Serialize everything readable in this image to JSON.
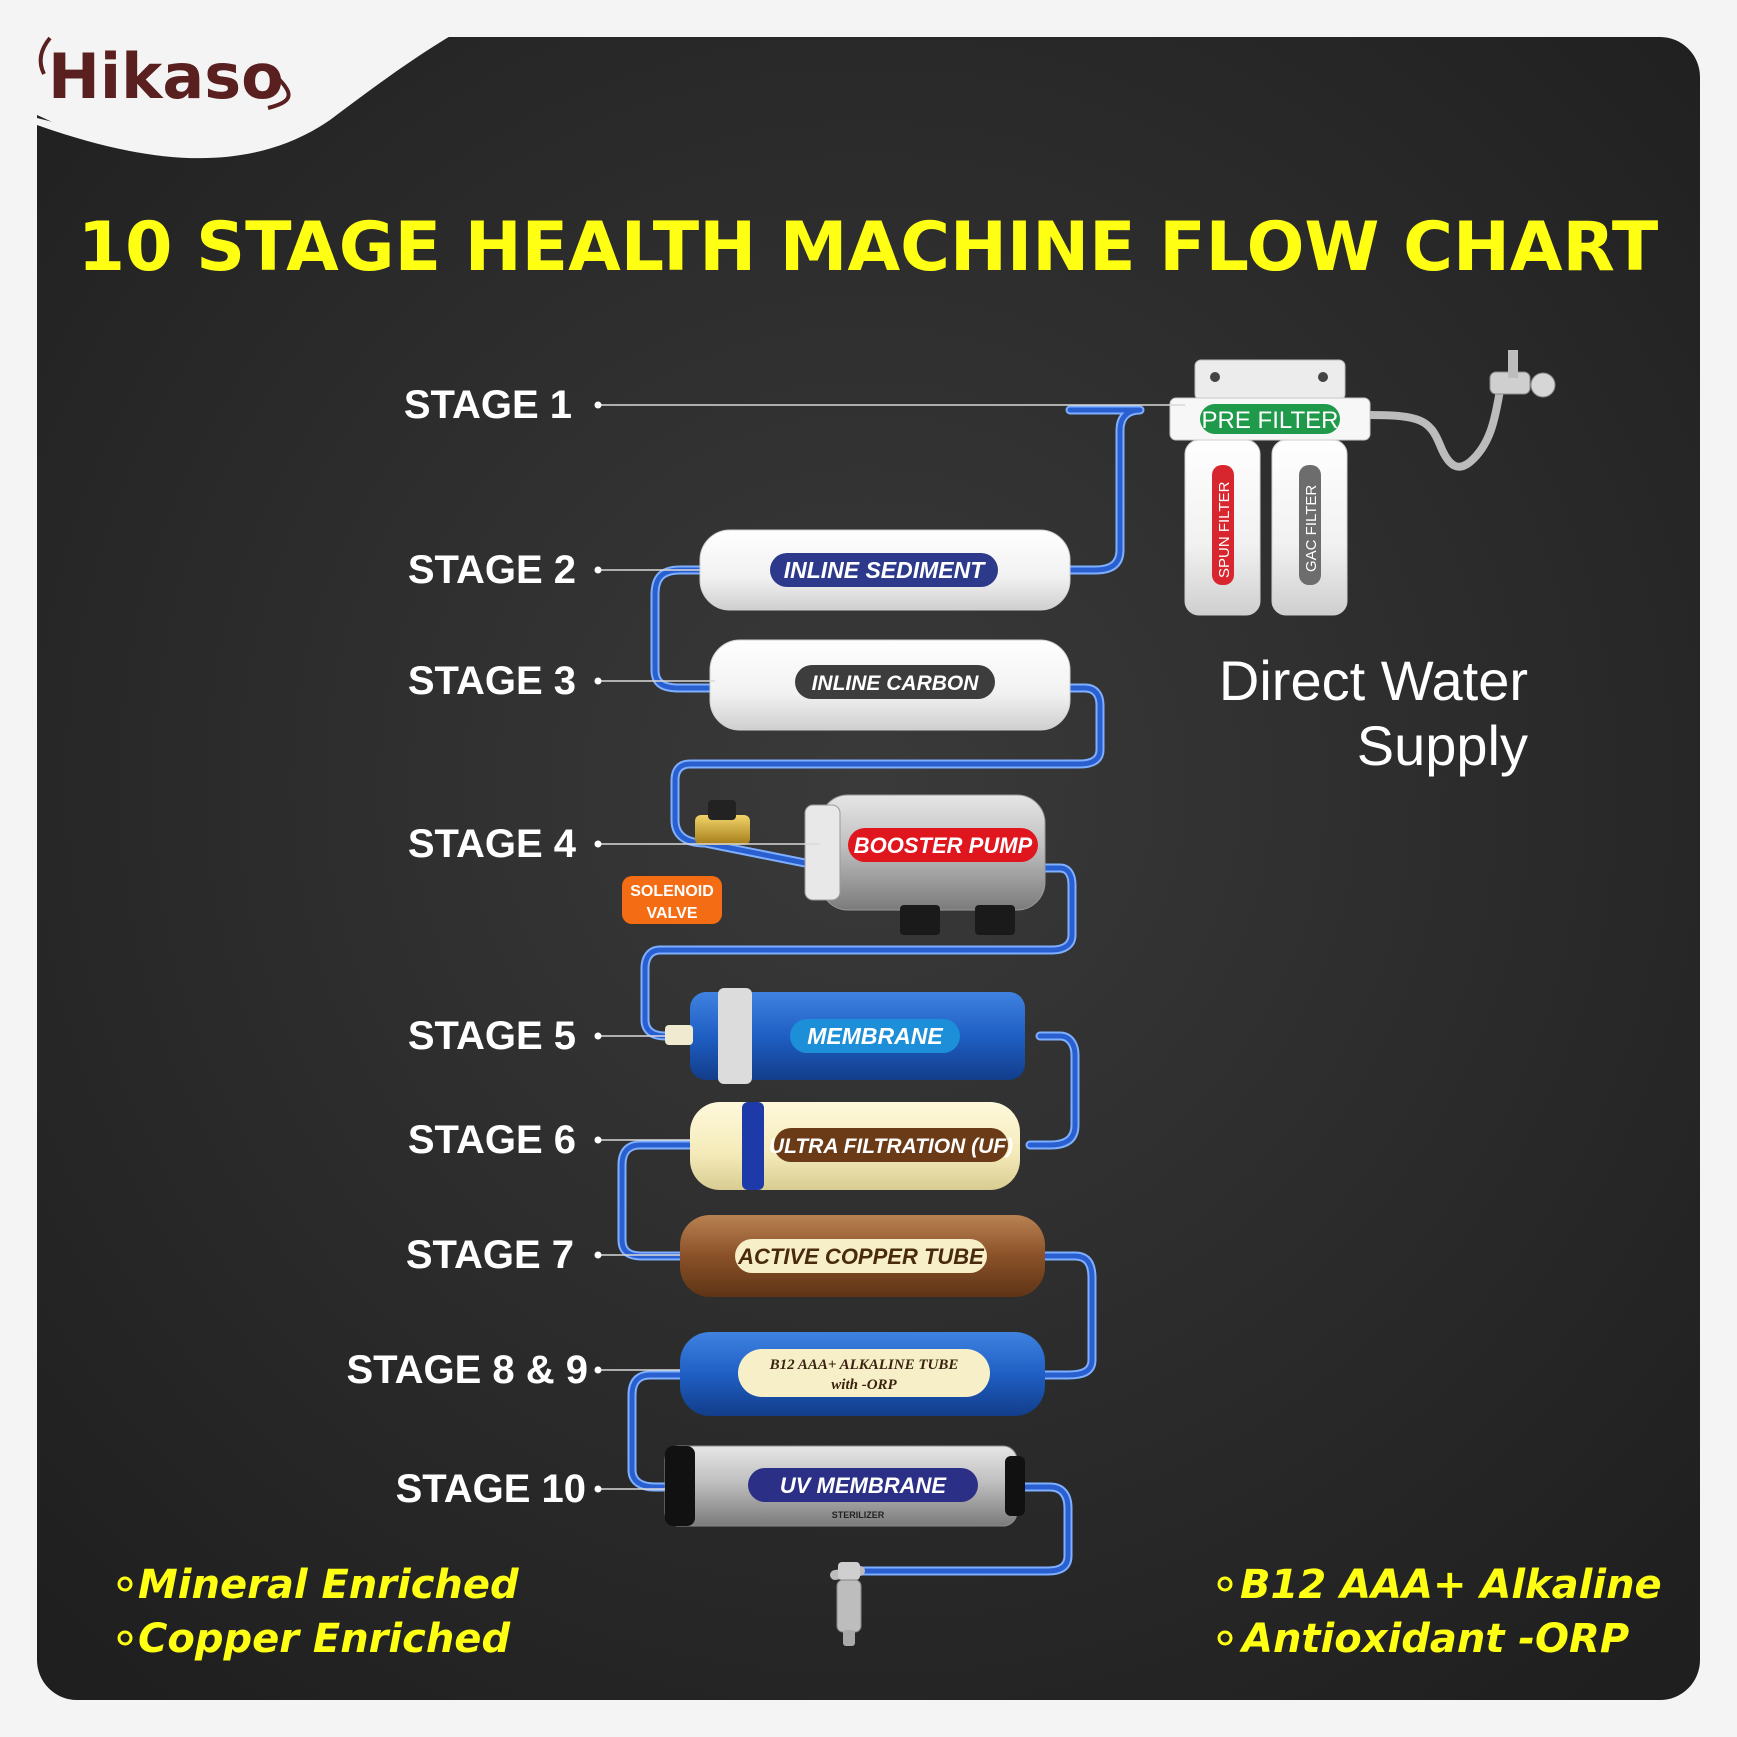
{
  "brand": {
    "name": "Hikaso"
  },
  "title": "10 STAGE HEALTH MACHINE FLOW CHART",
  "stages": [
    {
      "label": "STAGE 1",
      "component": "PRE FILTER"
    },
    {
      "label": "STAGE 2",
      "component": "INLINE SEDIMENT"
    },
    {
      "label": "STAGE 3",
      "component": "INLINE CARBON"
    },
    {
      "label": "STAGE 4",
      "component": "BOOSTER PUMP"
    },
    {
      "label": "STAGE 5",
      "component": "MEMBRANE"
    },
    {
      "label": "STAGE 6",
      "component": "ULTRA FILTRATION (UF)"
    },
    {
      "label": "STAGE 7",
      "component": "ACTIVE COPPER TUBE"
    },
    {
      "label": "STAGE 8 & 9",
      "component": "B12 AAA+ ALKALINE TUBE",
      "component_line2": "with -ORP"
    },
    {
      "label": "STAGE 10",
      "component": "UV MEMBRANE"
    }
  ],
  "prefilter": {
    "left_cartridge": "SPUN FILTER",
    "right_cartridge": "GAC FILTER"
  },
  "solenoid": {
    "line1": "SOLENOID",
    "line2": "VALVE"
  },
  "uv_logo": {
    "text": "STERILIZER"
  },
  "direct_supply": {
    "line1": "Direct Water",
    "line2": "Supply"
  },
  "features_left": [
    "Mineral Enriched",
    "Copper Enriched"
  ],
  "features_right": [
    "B12 AAA+ Alkaline",
    "Antioxidant -ORP"
  ],
  "colors": {
    "background": "#2b2b2b",
    "title": "#ffff14",
    "pipe": "#2a5fd0",
    "prefilter_badge": "#1f9a4a",
    "sediment_badge": "#2d3a8c",
    "carbon_badge": "#3d3d3d",
    "pump_badge": "#e0161e",
    "membrane_badge": "#1c8fd8",
    "solenoid_badge": "#f46c14",
    "uf_badge": "#6b3a16",
    "copper_badge": "#f7efc8",
    "uv_badge": "#2b2f86"
  }
}
